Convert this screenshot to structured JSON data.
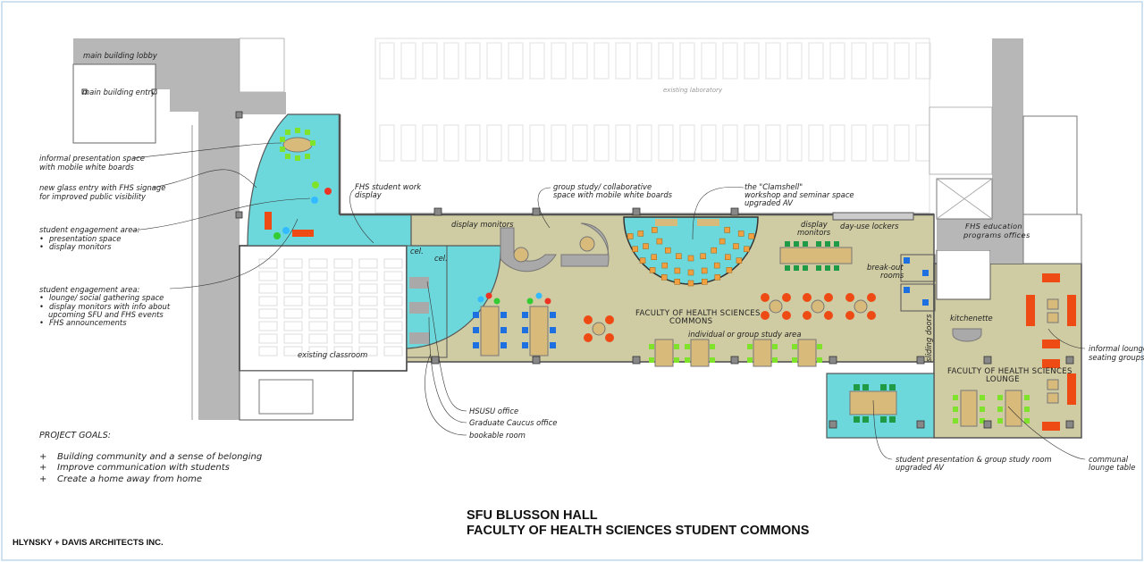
{
  "colors": {
    "commons_floor": "#cfcba3",
    "engagement_cyan": "#6dd8dc",
    "corridor_gray": "#b7b7b7",
    "table_tan": "#d8bb7a",
    "chair_lime": "#7ee32a",
    "chair_dark_green": "#1f9a45",
    "chair_blue": "#1e6fe0",
    "chair_orange": "#f0a040",
    "lounge_red": "#ee4a14"
  },
  "labels": {
    "main_lobby": "main building lobby",
    "main_entry": "main building entry",
    "existing_lab": "existing laboratory",
    "existing_classroom": "existing classroom",
    "informal_presentation": [
      "informal presentation space",
      "with mobile white boards"
    ],
    "glass_entry": [
      "new glass entry with FHS signage",
      "for improved public visibility"
    ],
    "engagement_1": {
      "title": "student engagement area:",
      "bullets": [
        "presentation space",
        "display monitors"
      ]
    },
    "engagement_2": {
      "title": "student engagement area:",
      "bullets": [
        "lounge/ social gathering space",
        "display monitors with info about",
        "upcoming SFU and FHS events",
        "FHS announcements"
      ]
    },
    "work_display": [
      "FHS student work",
      "display"
    ],
    "group_study": [
      "group study/ collaborative",
      "space with mobile white boards"
    ],
    "clamshell": [
      "the \"Clamshell\"",
      "workshop and seminar space",
      "upgraded AV"
    ],
    "display_monitors_left": "display monitors",
    "display_monitors_right": [
      "display",
      "monitors"
    ],
    "lockers": "day-use lockers",
    "edu_offices": [
      "FHS education",
      "programs offices"
    ],
    "breakout": [
      "break-out",
      "rooms"
    ],
    "kitchenette": "kitchenette",
    "commons": [
      "FACULTY OF HEALTH SCIENCES",
      "COMMONS"
    ],
    "study_area": "individual or group study area",
    "sliding_doors": "sliding doors",
    "lounge": [
      "FACULTY OF HEALTH SCIENCES",
      "LOUNGE"
    ],
    "lounge_seating": [
      "informal lounge",
      "seating groups"
    ],
    "cel": "cel.",
    "hsusu": "HSUSU office",
    "grad_caucus": "Graduate Caucus office",
    "bookable": "bookable room",
    "presentation_room": [
      "student presentation & group study room",
      "upgraded AV"
    ],
    "communal_table": [
      "communal",
      "lounge table"
    ]
  },
  "goals": {
    "heading": "PROJECT GOALS:",
    "bullet": "+",
    "items": [
      "Building  community and a sense of belonging",
      "Improve communication with students",
      "Create a home away from home"
    ]
  },
  "title": {
    "line1": "SFU BLUSSON HALL",
    "line2": "FACULTY OF HEALTH SCIENCES STUDENT COMMONS"
  },
  "firm": "HLYNSKY + DAVIS ARCHITECTS INC."
}
